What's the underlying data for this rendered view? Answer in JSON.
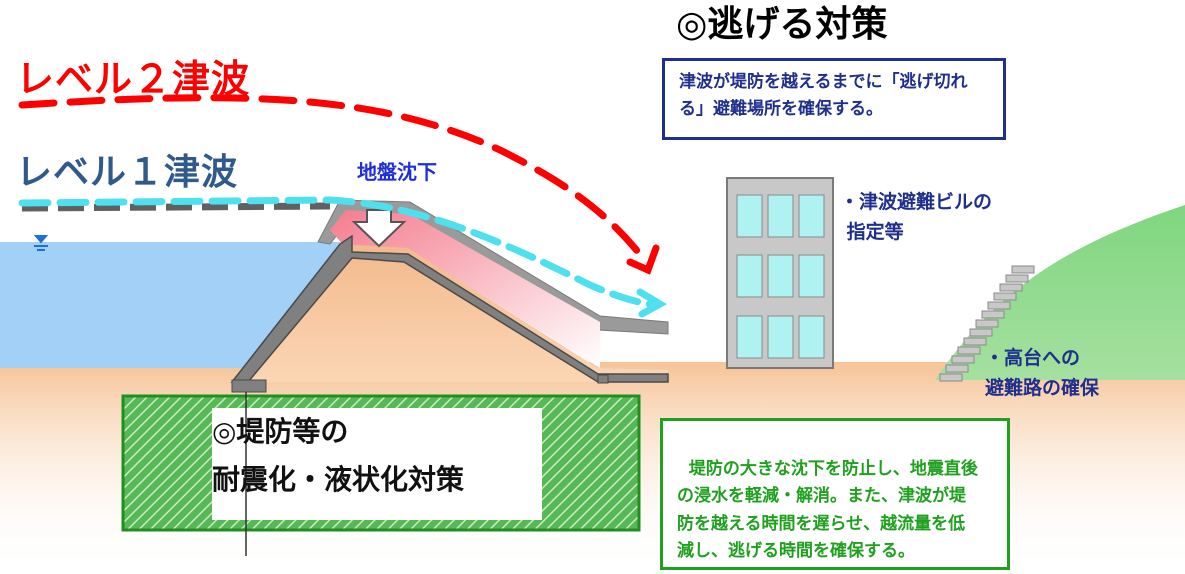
{
  "title": "◎逃げる対策",
  "tsunami_level2_label": "レベル２津波",
  "tsunami_level1_label": "レベル１津波",
  "subsidence_label": "地盤沈下",
  "evacuation_box_text": "津波が堤防を越えるまでに「逃げ切れる」避難場所を確保する。",
  "building_note": "・津波避難ビルの\n 指定等",
  "hill_note": "・高台への\n避難路の確保",
  "dike_measures_title": "◎堤防等の\n耐震化・液状化対策",
  "dike_effect_text": "堤防の大きな沈下を防止し、地震直後\nの浸水を軽減・解消。また、津波が堤\n防を越える時間を遅らせ、越流量を低\n減し、逃げる時間を確保する。",
  "colors": {
    "level2_line": "#ff0000",
    "level1_line": "#4ee0ee",
    "sea": "#99ccf5",
    "ground": "#f8caa0",
    "hill": "#7fd67f",
    "evac_box_border": "#1f2f8c",
    "effect_box_border": "#1fa01f",
    "subsidence_area": "#f79aa6"
  }
}
